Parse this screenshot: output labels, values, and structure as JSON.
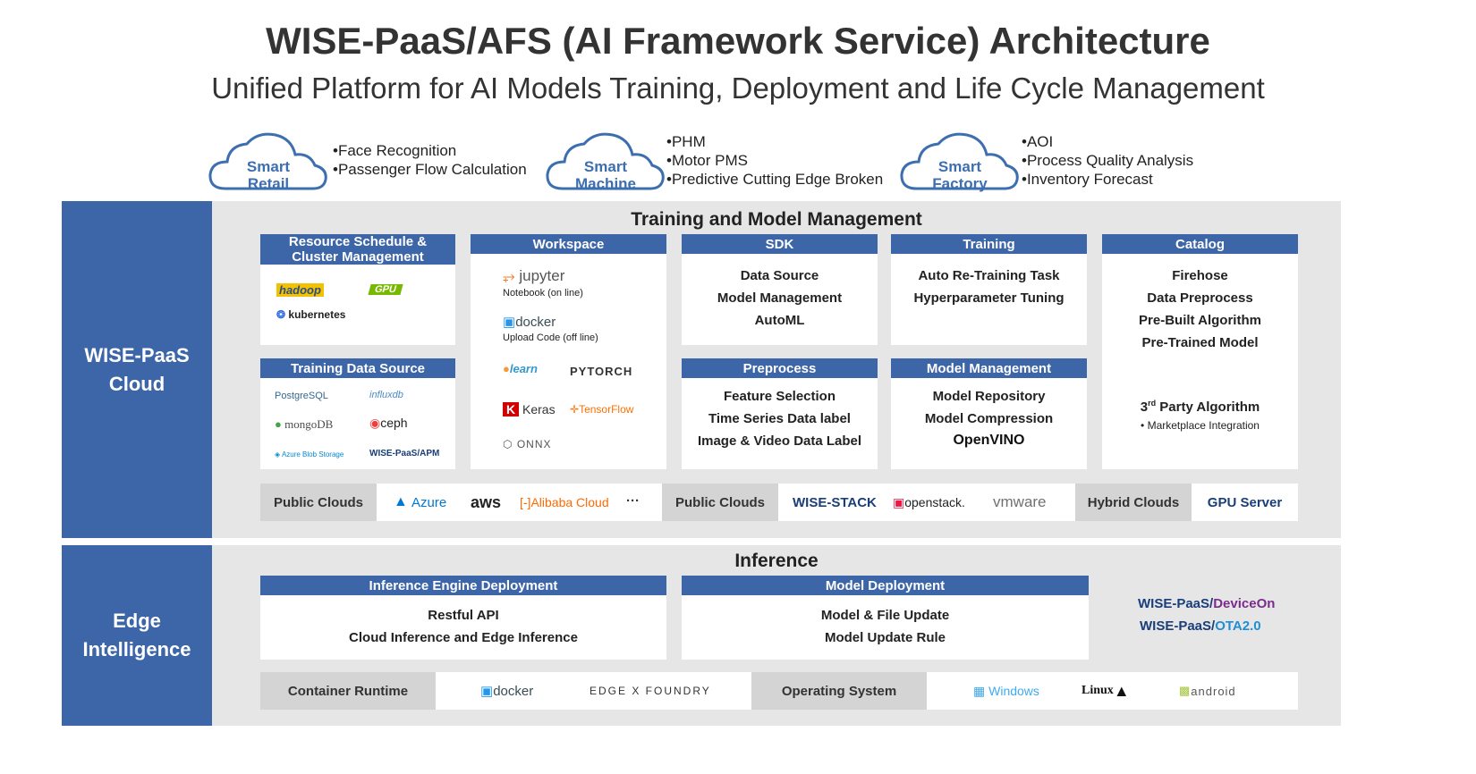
{
  "header": {
    "title": "WISE-PaaS/AFS (AI Framework Service) Architecture",
    "subtitle": "Unified Platform for AI Models Training, Deployment and Life Cycle Management"
  },
  "clouds": [
    {
      "label_line1": "Smart",
      "label_line2": "Retail",
      "bullets": [
        "Face Recognition",
        "Passenger Flow Calculation"
      ]
    },
    {
      "label_line1": "Smart",
      "label_line2": "Machine",
      "bullets": [
        "PHM",
        "Motor PMS",
        "Predictive Cutting Edge Broken"
      ]
    },
    {
      "label_line1": "Smart",
      "label_line2": "Factory",
      "bullets": [
        "AOI",
        "Process Quality Analysis",
        "Inventory Forecast"
      ]
    }
  ],
  "cloud_section": {
    "side_label_1": "WISE-PaaS",
    "side_label_2": "Cloud",
    "title": "Training  and Model Management",
    "resource": {
      "header_1": "Resource  Schedule &",
      "header_2": "Cluster Management",
      "logos": [
        "hadoop",
        "GPU",
        "kubernetes"
      ]
    },
    "training_data_source": {
      "header": "Training Data Source",
      "logos": [
        "PostgreSQL",
        "influxdb",
        "mongoDB",
        "ceph",
        "Azure Blob Storage",
        "WISE-PaaS/APM"
      ]
    },
    "workspace": {
      "header": "Workspace",
      "jupyter": "jupyter",
      "jupyter_caption": "Notebook (on line)",
      "docker": "docker",
      "docker_caption": "Upload Code (off line)",
      "frameworks": [
        "learn",
        "PYTORCH",
        "Keras",
        "TensorFlow",
        "ONNX"
      ]
    },
    "sdk": {
      "header": "SDK",
      "items": [
        "Data Source",
        "Model Management",
        "AutoML"
      ]
    },
    "training": {
      "header": "Training",
      "items": [
        "Auto Re-Training Task",
        "Hyperparameter Tuning"
      ]
    },
    "catalog": {
      "header": "Catalog",
      "items": [
        "Firehose",
        "Data Preprocess",
        "Pre-Built Algorithm",
        "Pre-Trained Model"
      ],
      "third_party_prefix": "3",
      "third_party_sup": "rd",
      "third_party_rest": " Party Algorithm",
      "third_party_sub": "• Marketplace Integration"
    },
    "preprocess": {
      "header": "Preprocess",
      "items": [
        "Feature Selection",
        "Time Series Data label",
        "Image & Video Data Label"
      ]
    },
    "model_management": {
      "header": "Model Management",
      "items": [
        "Model Repository",
        "Model Compression"
      ],
      "openvino": "OpenVINO"
    },
    "strip": {
      "public_clouds_1": "Public Clouds",
      "azure": "Azure",
      "aws": "aws",
      "alibaba": "Alibaba Cloud",
      "more": "···",
      "public_clouds_2": "Public Clouds",
      "wise_stack": "WISE-STACK",
      "openstack": "openstack.",
      "vmware": "vmware",
      "hybrid_clouds": "Hybrid Clouds",
      "gpu_server": "GPU Server"
    }
  },
  "edge_section": {
    "side_label_1": "Edge",
    "side_label_2": "Intelligence",
    "title": "Inference",
    "inference_engine": {
      "header": "Inference Engine Deployment",
      "items": [
        "Restful API",
        "Cloud Inference and Edge Inference"
      ]
    },
    "model_deployment": {
      "header": "Model Deployment",
      "items": [
        "Model & File Update",
        "Model Update Rule"
      ]
    },
    "deviceon_prefix": "WISE-PaaS/",
    "deviceon": "DeviceOn",
    "ota_prefix": "WISE-PaaS/",
    "ota": "OTA2.0",
    "strip": {
      "container_runtime": "Container Runtime",
      "docker": "docker",
      "edgex": "EDGE X FOUNDRY",
      "operating_system": "Operating System",
      "windows": "Windows",
      "linux": "Linux",
      "android": "android"
    }
  },
  "colors": {
    "accent": "#3d66a8",
    "cloud_blue": "#3d6fb0",
    "band": "#e6e6e6",
    "strip_label": "#d4d4d4"
  }
}
